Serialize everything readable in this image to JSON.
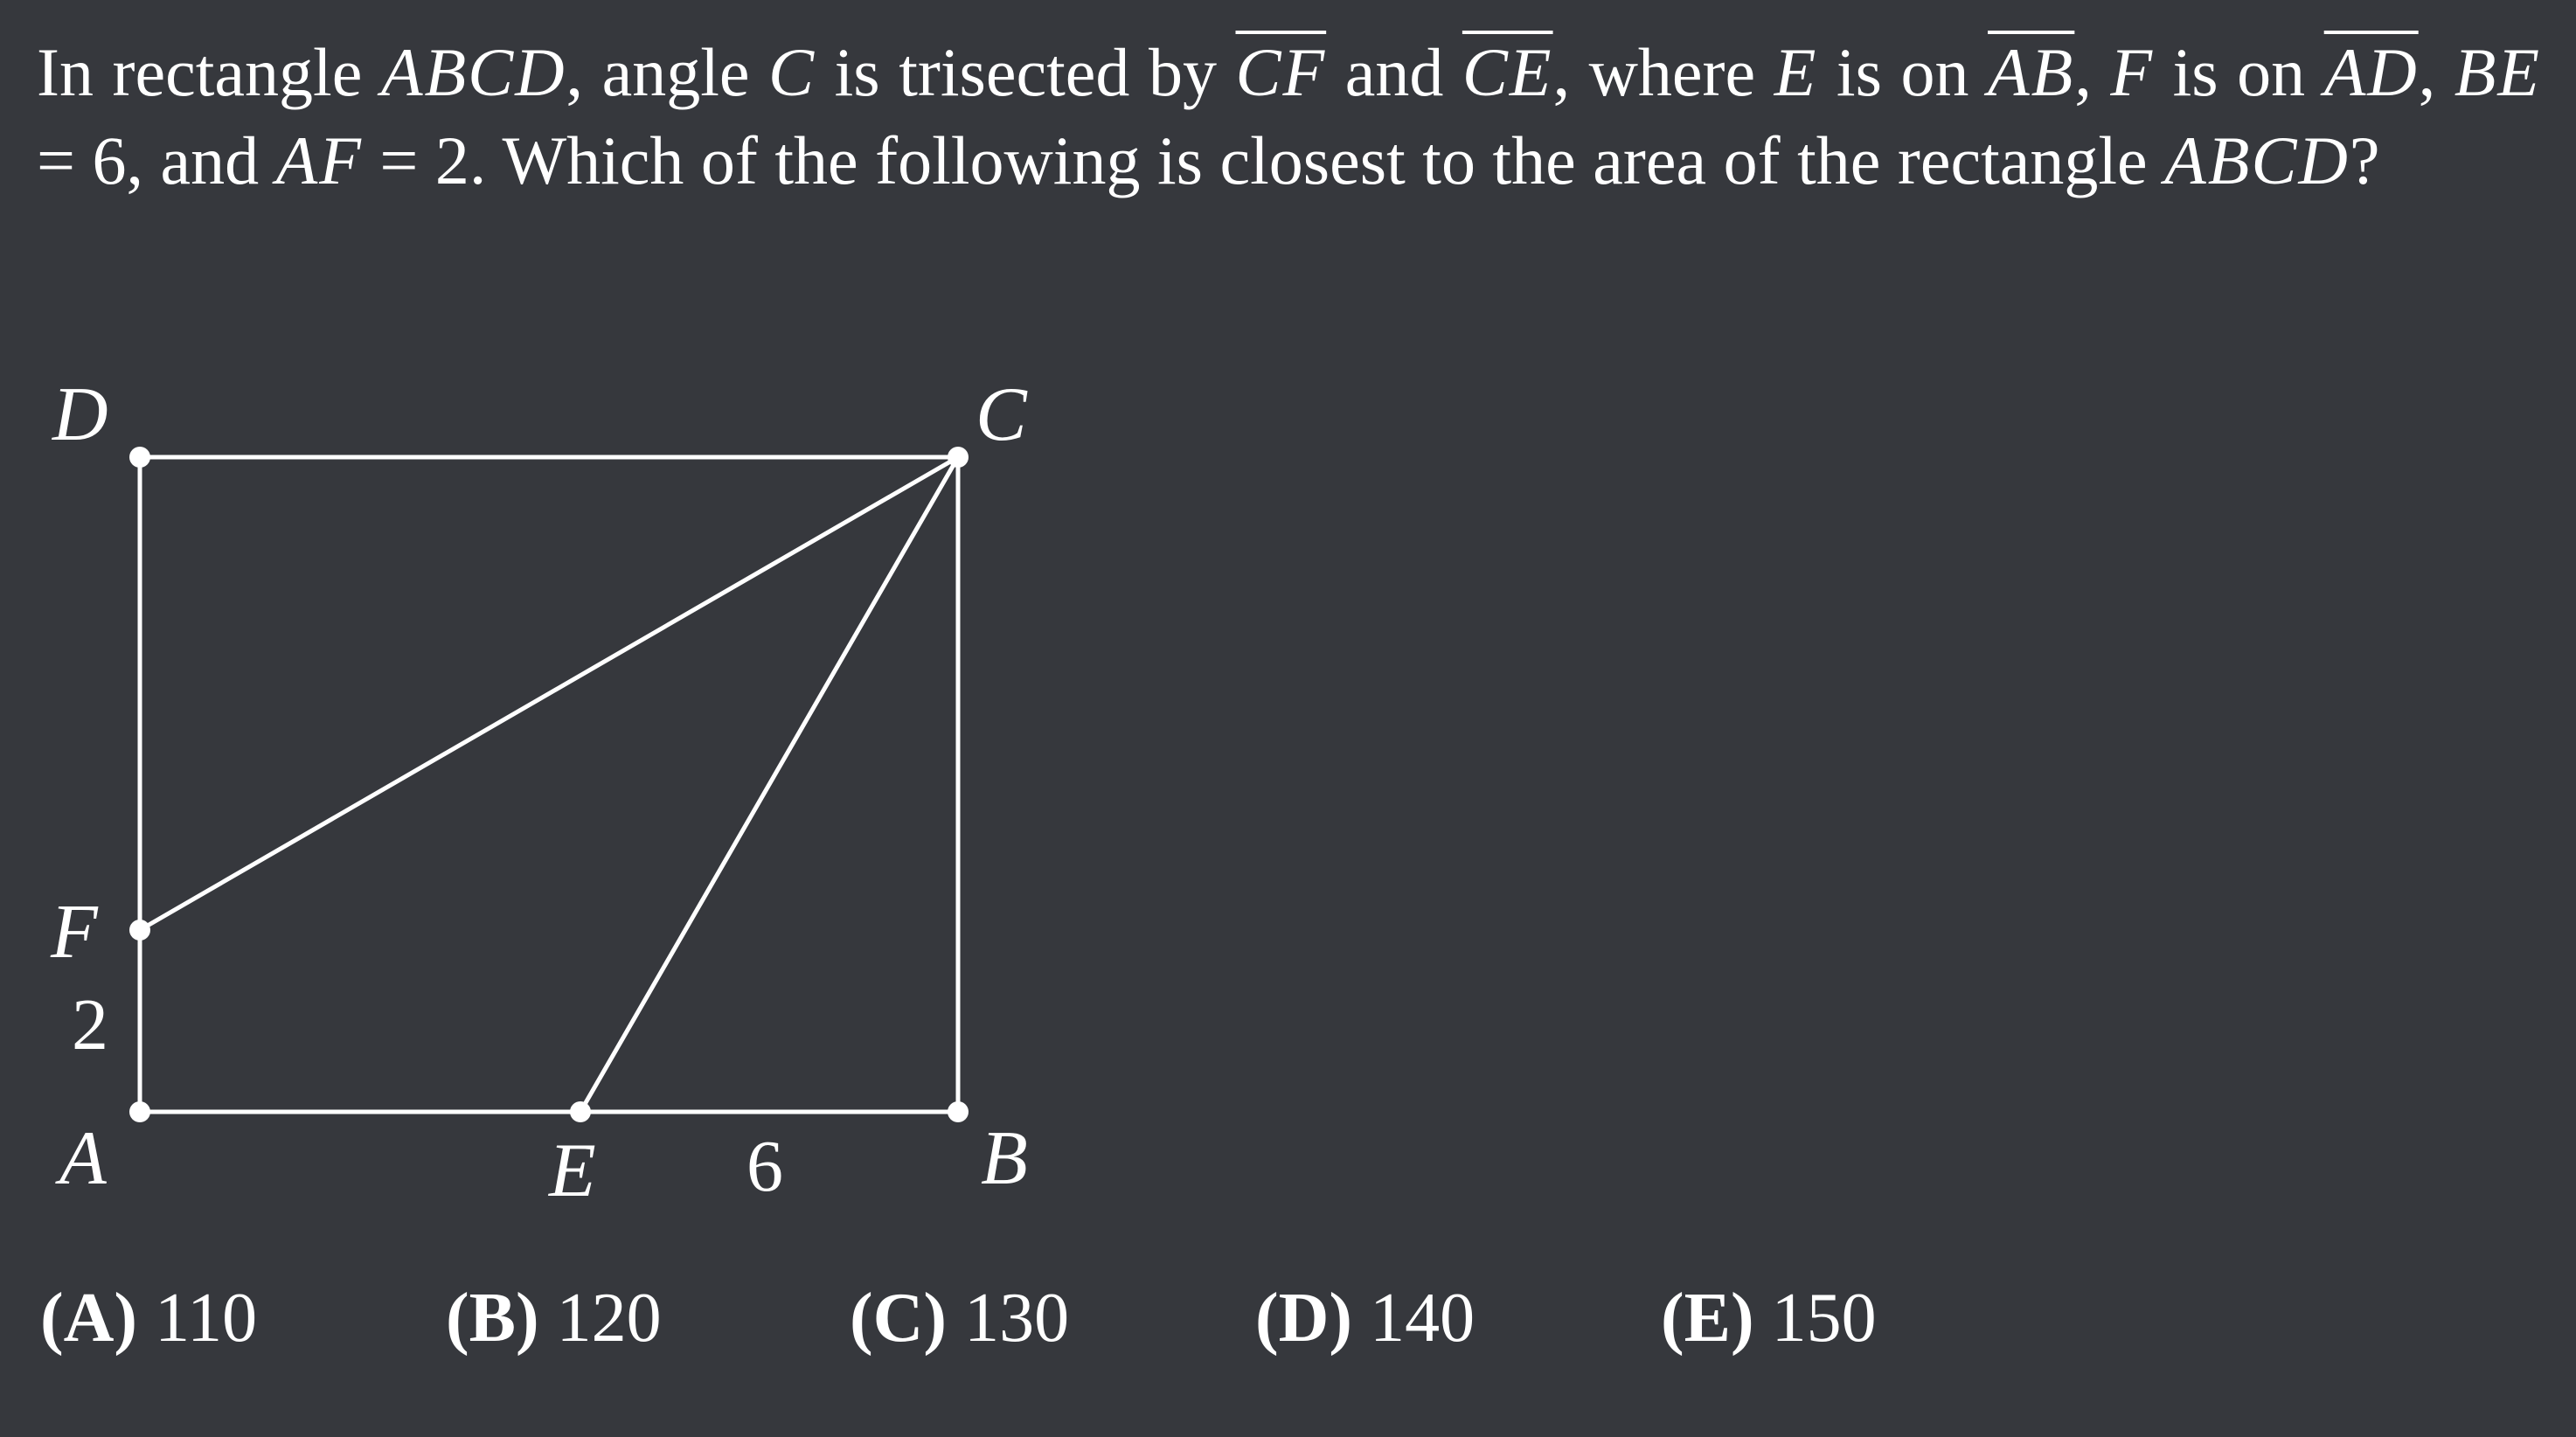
{
  "problem": {
    "t1": "In rectangle ",
    "m_abcd1": "ABCD",
    "t2": ", angle ",
    "m_c": "C",
    "t3": " is trisected by ",
    "m_cf": "CF",
    "t4": " and ",
    "m_ce": "CE",
    "t5": ", where ",
    "m_e": "E",
    "t6": " is on ",
    "m_ab": "AB",
    "t7": ", ",
    "m_f": "F",
    "t8": " is on ",
    "m_ad": "AD",
    "t9": ", ",
    "m_be": "BE",
    "t10": " = 6, and ",
    "m_af": "AF",
    "t11": " = 2.  Which of the following is closest to the area of the rectangle ",
    "m_abcd2": "ABCD",
    "t12": "?"
  },
  "diagram": {
    "points": {
      "A": "A",
      "B": "B",
      "C": "C",
      "D": "D",
      "E": "E",
      "F": "F"
    },
    "lengths": {
      "AF": "2",
      "EB": "6"
    },
    "colors": {
      "stroke": "#ffffff",
      "background": "#36383d"
    }
  },
  "choices": [
    {
      "letter": "(A)",
      "value": "110"
    },
    {
      "letter": "(B)",
      "value": "120"
    },
    {
      "letter": "(C)",
      "value": "130"
    },
    {
      "letter": "(D)",
      "value": "140"
    },
    {
      "letter": "(E)",
      "value": "150"
    }
  ]
}
